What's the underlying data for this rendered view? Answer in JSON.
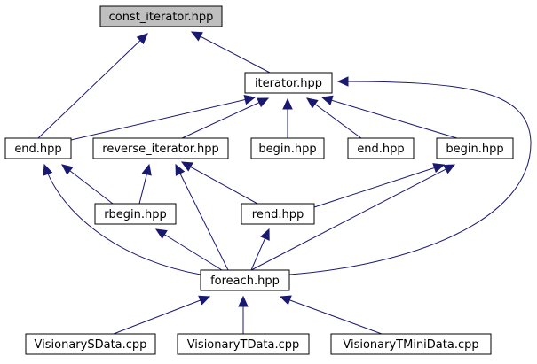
{
  "colors": {
    "highlight_fill": "#bfbfbf",
    "node_fill": "#ffffff",
    "edge": "#191970"
  },
  "nodes": {
    "const_iterator": "const_iterator.hpp",
    "iterator": "iterator.hpp",
    "end_left": "end.hpp",
    "reverse_iterator": "reverse_iterator.hpp",
    "begin_mid": "begin.hpp",
    "end_mid": "end.hpp",
    "begin_right": "begin.hpp",
    "rbegin": "rbegin.hpp",
    "rend": "rend.hpp",
    "foreach": "foreach.hpp",
    "visionary_s": "VisionarySData.cpp",
    "visionary_t": "VisionaryTData.cpp",
    "visionary_tmini": "VisionaryTMiniData.cpp"
  }
}
